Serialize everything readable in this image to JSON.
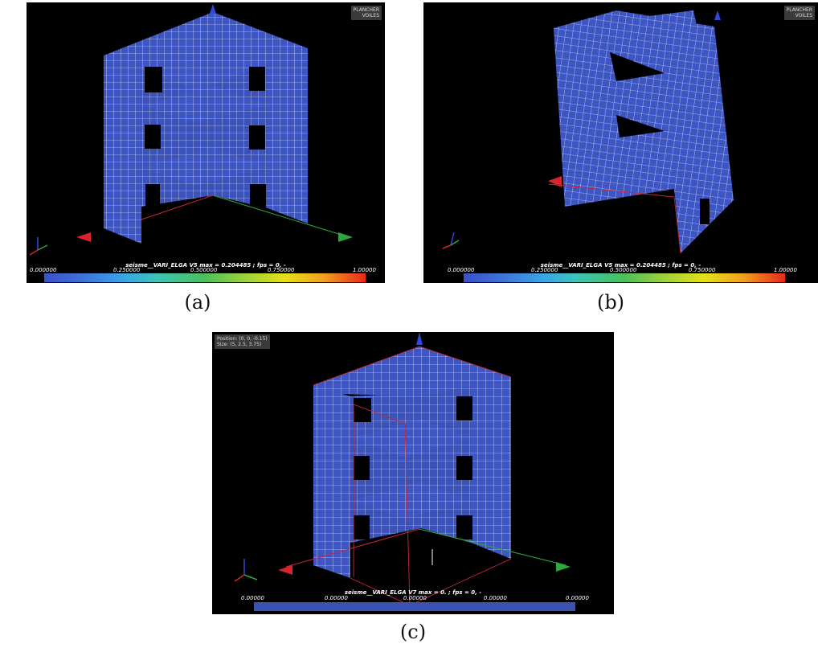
{
  "colors": {
    "mesh_face": "#3d56c4",
    "mesh_line": "#ffffff",
    "outline_red": "#c8283a",
    "axis_green": "#2ea83c",
    "axis_red": "#d8242c",
    "axis_blue": "#3348d8",
    "uniform_bar": "#3a52b0"
  },
  "panels": [
    {
      "caption": "(a)",
      "tag_lines": [
        "PLANCHER",
        "VOILES"
      ],
      "legend_title": "seisme__VARI_ELGA V5 max = 0.204485 ; fps = 0, -",
      "ticks": [
        "0.000000",
        "0.250000",
        "0.500000",
        "0.750000",
        "1.00000"
      ]
    },
    {
      "caption": "(b)",
      "tag_lines": [
        "PLANCHER",
        "VOILES"
      ],
      "legend_title": "seisme__VARI_ELGA V5 max = 0.204485 ; fps = 0, -",
      "ticks": [
        "0.000000",
        "0.250000",
        "0.500000",
        "0.750000",
        "1.00000"
      ]
    },
    {
      "caption": "(c)",
      "info_lines": [
        "Position: (0, 0, -0.15)",
        "Size: (5, 2.5, 3.75)"
      ],
      "legend_title": "seisme__VARI_ELGA V7 max = 0. ; fps = 0, -",
      "ticks": [
        "0.00000",
        "0.00000",
        "0.00000",
        "0.00000",
        "0.00000"
      ]
    }
  ]
}
